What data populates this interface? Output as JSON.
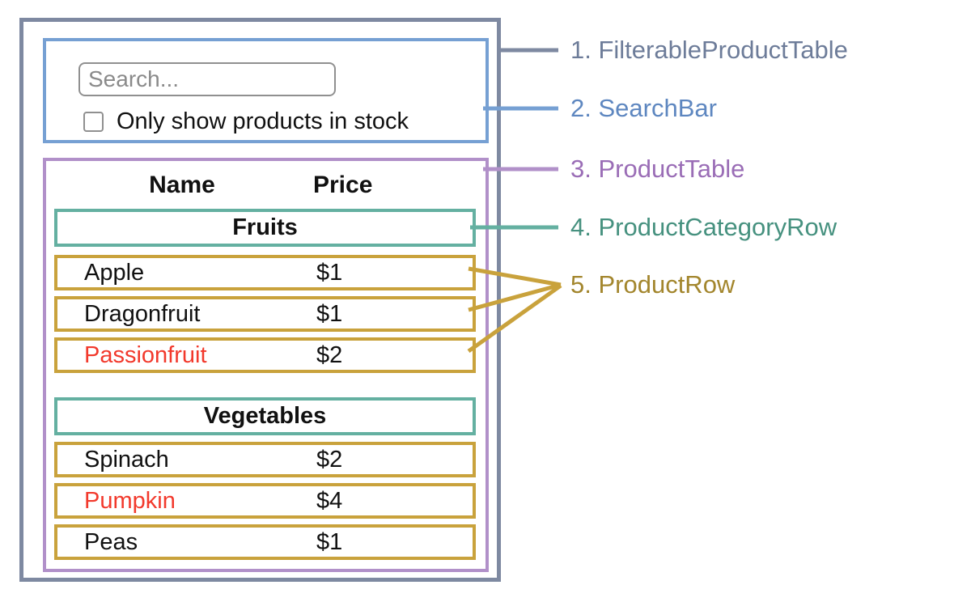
{
  "colors": {
    "slate": "#7e89a1",
    "blue": "#76a0d3",
    "purple": "#b190c9",
    "teal": "#64b0a1",
    "gold": "#c9a23c",
    "label-slate": "#6d7c99",
    "label-blue": "#5e87c0",
    "label-purple": "#9a6db6",
    "label-teal": "#46917f",
    "label-gold": "#a3862d",
    "red": "#f2392c",
    "input-border": "#909090",
    "placeholder-gray": "#8a8a8a",
    "text-black": "#111111"
  },
  "search_bar": {
    "input_value": "",
    "input_placeholder": "Search...",
    "checkbox_checked": false,
    "checkbox_label": "Only show products in stock"
  },
  "product_table": {
    "headers": {
      "name": "Name",
      "price": "Price"
    },
    "sections": [
      {
        "category": "Fruits",
        "rows": [
          {
            "name": "Apple",
            "price": "$1",
            "name_color": "#111111"
          },
          {
            "name": "Dragonfruit",
            "price": "$1",
            "name_color": "#111111"
          },
          {
            "name": "Passionfruit",
            "price": "$2",
            "name_color": "#f2392c"
          }
        ]
      },
      {
        "category": "Vegetables",
        "rows": [
          {
            "name": "Spinach",
            "price": "$2",
            "name_color": "#111111"
          },
          {
            "name": "Pumpkin",
            "price": "$4",
            "name_color": "#f2392c"
          },
          {
            "name": "Peas",
            "price": "$1",
            "name_color": "#111111"
          }
        ]
      }
    ]
  },
  "annotations": [
    {
      "label": "1. FilterableProductTable"
    },
    {
      "label": "2. SearchBar"
    },
    {
      "label": "3. ProductTable"
    },
    {
      "label": "4. ProductCategoryRow"
    },
    {
      "label": "5. ProductRow"
    }
  ]
}
